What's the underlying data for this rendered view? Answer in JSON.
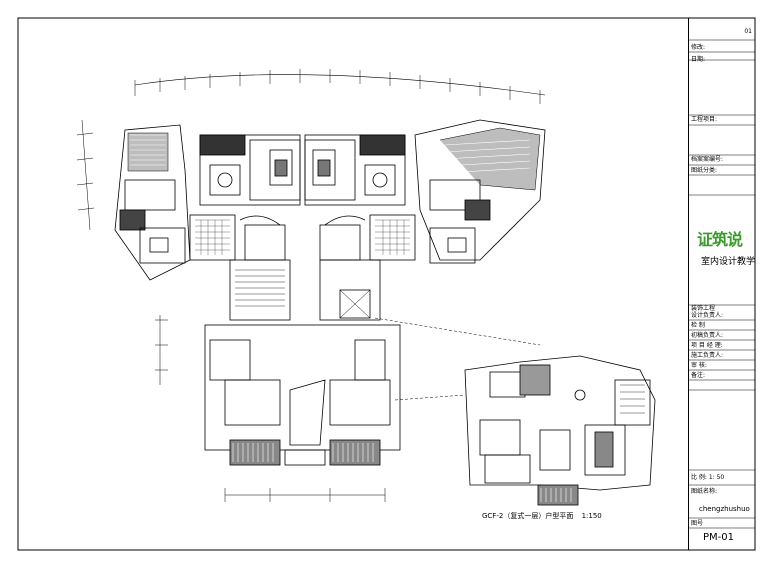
{
  "title_block": {
    "sheet_count": "01",
    "revision": "修改:",
    "date": "日期:",
    "project": "工程项目:",
    "file_no": "档案案编号:",
    "drawing_category": "图纸分类:",
    "logo_text": "证筑说",
    "logo_subtitle": "室内设计教学",
    "decor_project": "装饰工程",
    "design_lead": "设计负责人:",
    "check": "检     制",
    "preliminary": "初稿负责人:",
    "project_manager": "项 目 经 理:",
    "construction_lead": "施工负责人:",
    "review": "审     核:",
    "notes": "备注:",
    "scale_label": "比          例:",
    "scale_value": "1: 50",
    "drawing_name_label": "图纸名称:",
    "drawing_name": "chengzhushuo",
    "sheet_no_label": "图号",
    "sheet_no": "PM-01"
  },
  "plan": {
    "inset_caption": "GCF-2（复式一层）户型平面",
    "inset_scale": "1:150"
  }
}
